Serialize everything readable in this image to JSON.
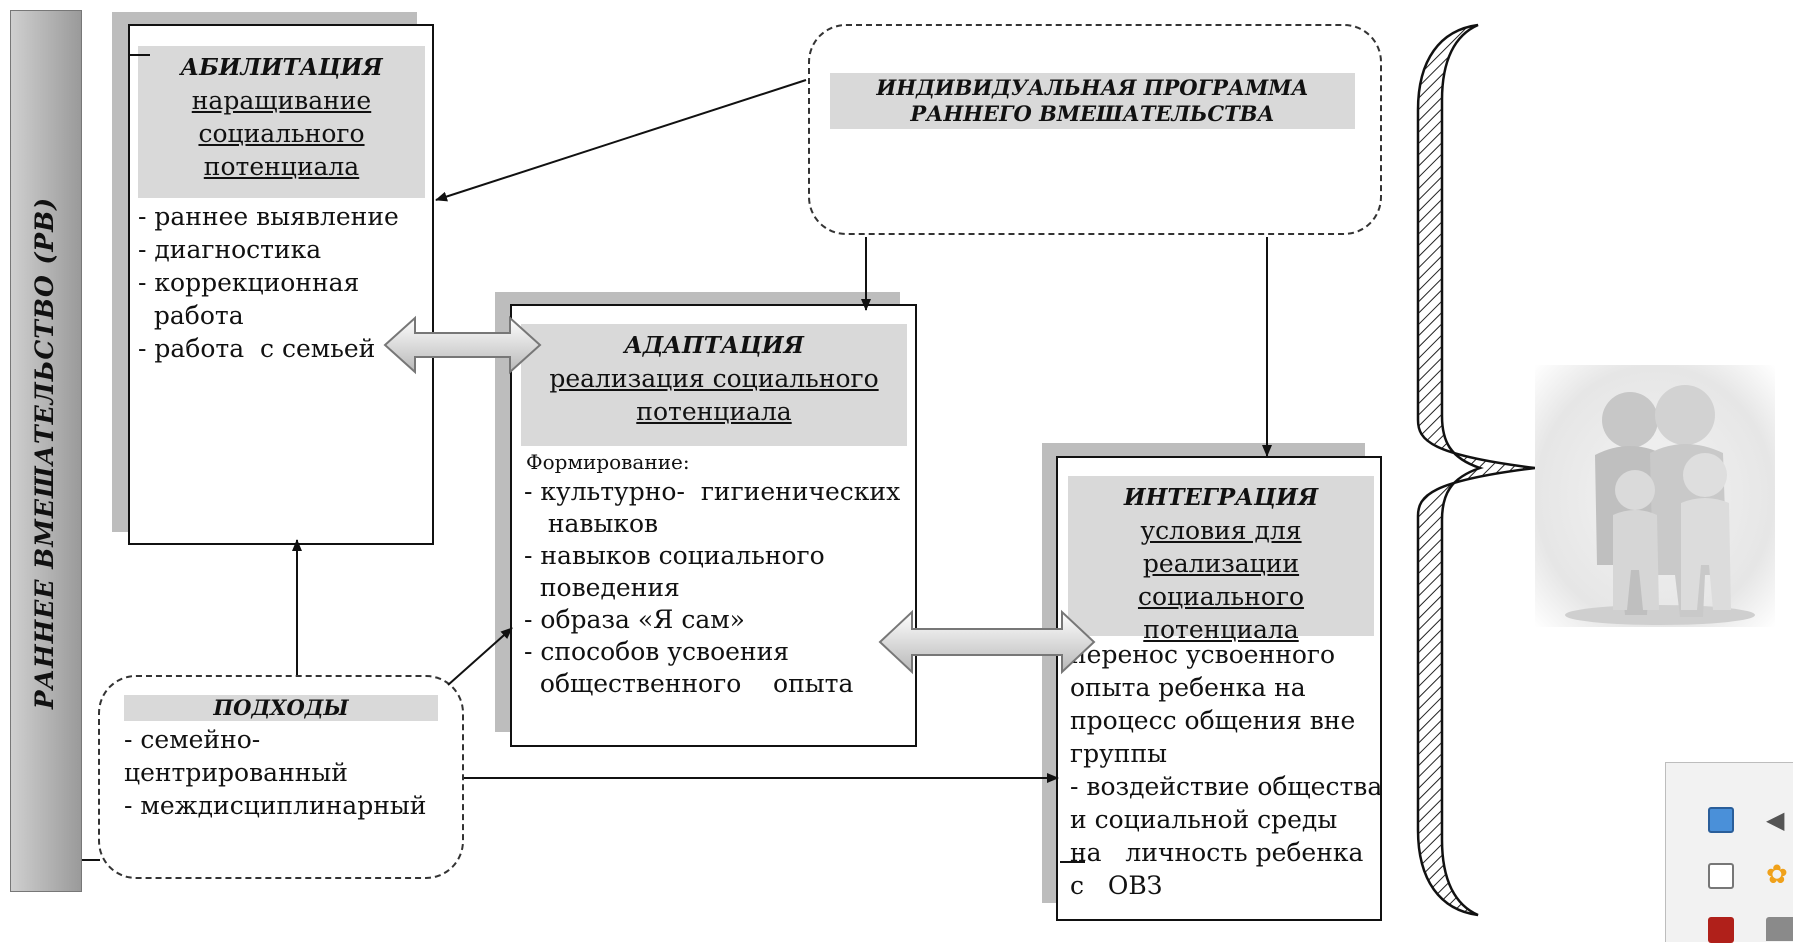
{
  "left_bar": {
    "text": "РАННЕЕ     ВМЕШАТЕЛЬСТВО     (РВ)"
  },
  "habilitation": {
    "title": "АБИЛИТАЦИЯ",
    "subtitle": [
      "наращивание",
      "социального",
      "потенциала"
    ],
    "items": "- раннее выявление\n- диагностика\n- коррекционная\n  работа\n- работа  с семьей"
  },
  "program": {
    "title": [
      "ИНДИВИДУАЛЬНАЯ ПРОГРАММА",
      "РАННЕГО ВМЕШАТЕЛЬСТВА"
    ]
  },
  "adaptation": {
    "title": "АДАПТАЦИЯ",
    "subtitle": [
      "реализация социального",
      "потенциала"
    ],
    "lead": "Формирование:",
    "items": "- культурно-  гигиенических\n   навыков\n- навыков социального\n  поведения\n- образа «Я сам»\n- способов усвоения\n  общественного    опыта"
  },
  "integration": {
    "title": "ИНТЕГРАЦИЯ",
    "subtitle": [
      "условия для реализации",
      "социального",
      "потенциала"
    ],
    "items": "перенос усвоенного\nопыта ребенка на\nпроцесс общения вне\nгруппы\n- воздействие общества\nи социальной среды\nна   личность ребенка\nс   ОВЗ"
  },
  "approaches": {
    "title": "ПОДХОДЫ",
    "items": "- семейно-\nцентрированный\n- междисциплинарный"
  },
  "icons": [
    "family-figures-icon",
    "map-tray-icon",
    "speaker-tray-icon",
    "tools-tray-icon",
    "flower-tray-icon",
    "pdf-tray-icon",
    "printer-tray-icon"
  ]
}
